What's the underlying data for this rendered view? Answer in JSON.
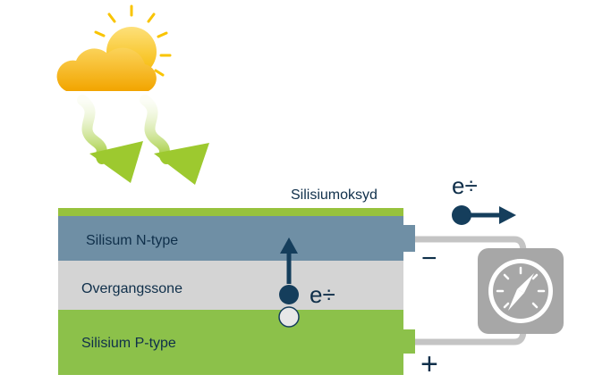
{
  "labels": {
    "oxide": "Silisiumoksyd",
    "n_type": "Silisum N-type",
    "junction": "Overgangssone",
    "p_type": "Silisium P-type",
    "electron_top": "e÷",
    "electron_mid": "e÷",
    "minus": "−",
    "plus": "+"
  },
  "colors": {
    "oxide_layer": "#97c23d",
    "n_type_layer": "#6f8fa5",
    "junction_layer": "#d4d4d4",
    "p_type_layer": "#8cc14a",
    "electron": "#153e5c",
    "wire": "#c4c4c4",
    "meter": "#a7a7a7",
    "sun": "#f9c400",
    "cloud": "#f4b000",
    "light_rays": "#b9d85a"
  },
  "icons": {
    "sun": "sun-behind-cloud-icon",
    "meter": "gauge-meter-icon"
  }
}
